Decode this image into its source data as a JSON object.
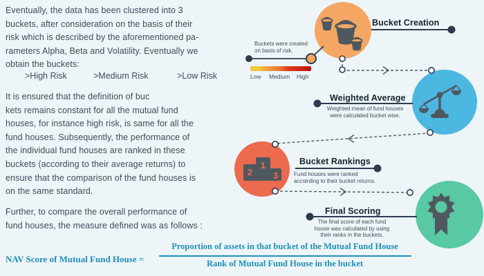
{
  "article": {
    "para1": "Eventually, the data has been clustered into 3\nbuckets, after consideration on the basis of their\nrisk which is described by the aforementioned pa-\nrameters Alpha, Beta and Volatility. Eventually we\nobtain the buckets:",
    "buckets": [
      ">High Risk",
      ">Medium Risk",
      ">Low Risk"
    ],
    "para2": "It is ensured that the definition of buc\nkets remains constant for all the mutual fund\nhouses, for instance high risk, is same for all the\nfund houses. Subsequently, the performance of\nthe individual fund houses are ranked in these\nbuckets (according to their average returns) to\nensure that the comparison of  the fund houses is\non the same standard.",
    "para3": "Further, to compare the overall performance of\nfund houses, the measure defined was as follows :"
  },
  "formula": {
    "lhs": "NAV Score of Mutual Fund House =",
    "numerator": "Proportion of assets in that bucket of the Mutual Fund House",
    "denominator": "Rank of Mutual Fund House in the bucket",
    "color": "#1e8fba"
  },
  "steps": [
    {
      "title": "Bucket Creation",
      "caption": "Buckets were created\non basis of risk.",
      "icon": "buckets-icon",
      "color": "#f4a763"
    },
    {
      "title": "Weighted Average",
      "caption": "Weighted mean of fund houses\nwere calculated bucket wise.",
      "icon": "balance-scale-icon",
      "color": "#4cb7e0"
    },
    {
      "title": "Bucket Rankings",
      "caption": "Fund houses were ranked\naccoirding to their bucket returns.",
      "icon": "podium-icon",
      "color": "#ec6a4d",
      "podium": [
        "2",
        "1",
        "3"
      ]
    },
    {
      "title": "Final Scoring",
      "caption": "The final score of each fund\nhouse was calculated by using\ntheir ranks in the buckets.",
      "icon": "award-ribbon-icon",
      "color": "#58c9a3"
    }
  ],
  "risk_scale": {
    "labels": [
      "Low",
      "Medium",
      "High"
    ],
    "gradient": [
      "#f6c63e",
      "#f0983f",
      "#dd3d1b",
      "#bd1010"
    ]
  },
  "palette": {
    "background": "#edf5f9",
    "body_text": "#3e4b55",
    "heading_text": "#18222b",
    "icon_gray": "#4f585f",
    "connector_navy": "#2c3b4d"
  }
}
